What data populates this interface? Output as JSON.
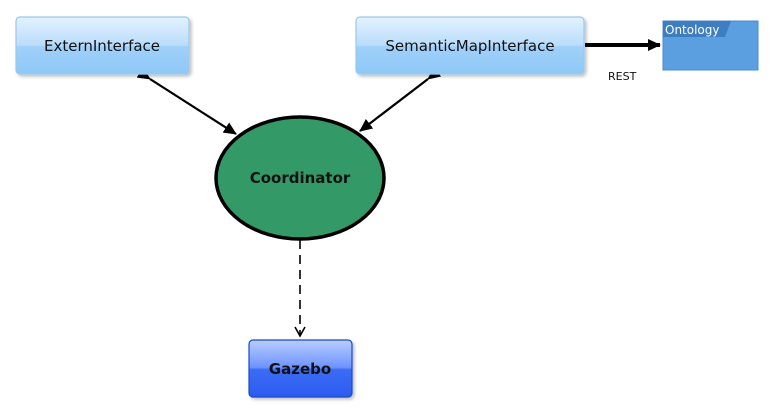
{
  "nodes": {
    "extern_interface": "ExternInterface",
    "semantic_map_interface": "SemanticMapInterface",
    "coordinator": "Coordinator",
    "gazebo": "Gazebo",
    "ontology": "Ontology"
  },
  "edges": {
    "rest_label": "REST"
  },
  "colors": {
    "interface_box_top": "#dbeeff",
    "interface_box_bottom": "#8ec9f7",
    "interface_box_border": "#9cc8ec",
    "coordinator_fill": "#339966",
    "coordinator_stroke": "#000000",
    "gazebo_top": "#a9c4ff",
    "gazebo_bottom": "#2f62f0",
    "gazebo_border": "#1f49c8",
    "ontology_fill": "#5b9fe0",
    "ontology_tab": "#3f7dc1",
    "ontology_text": "#ffffff"
  }
}
